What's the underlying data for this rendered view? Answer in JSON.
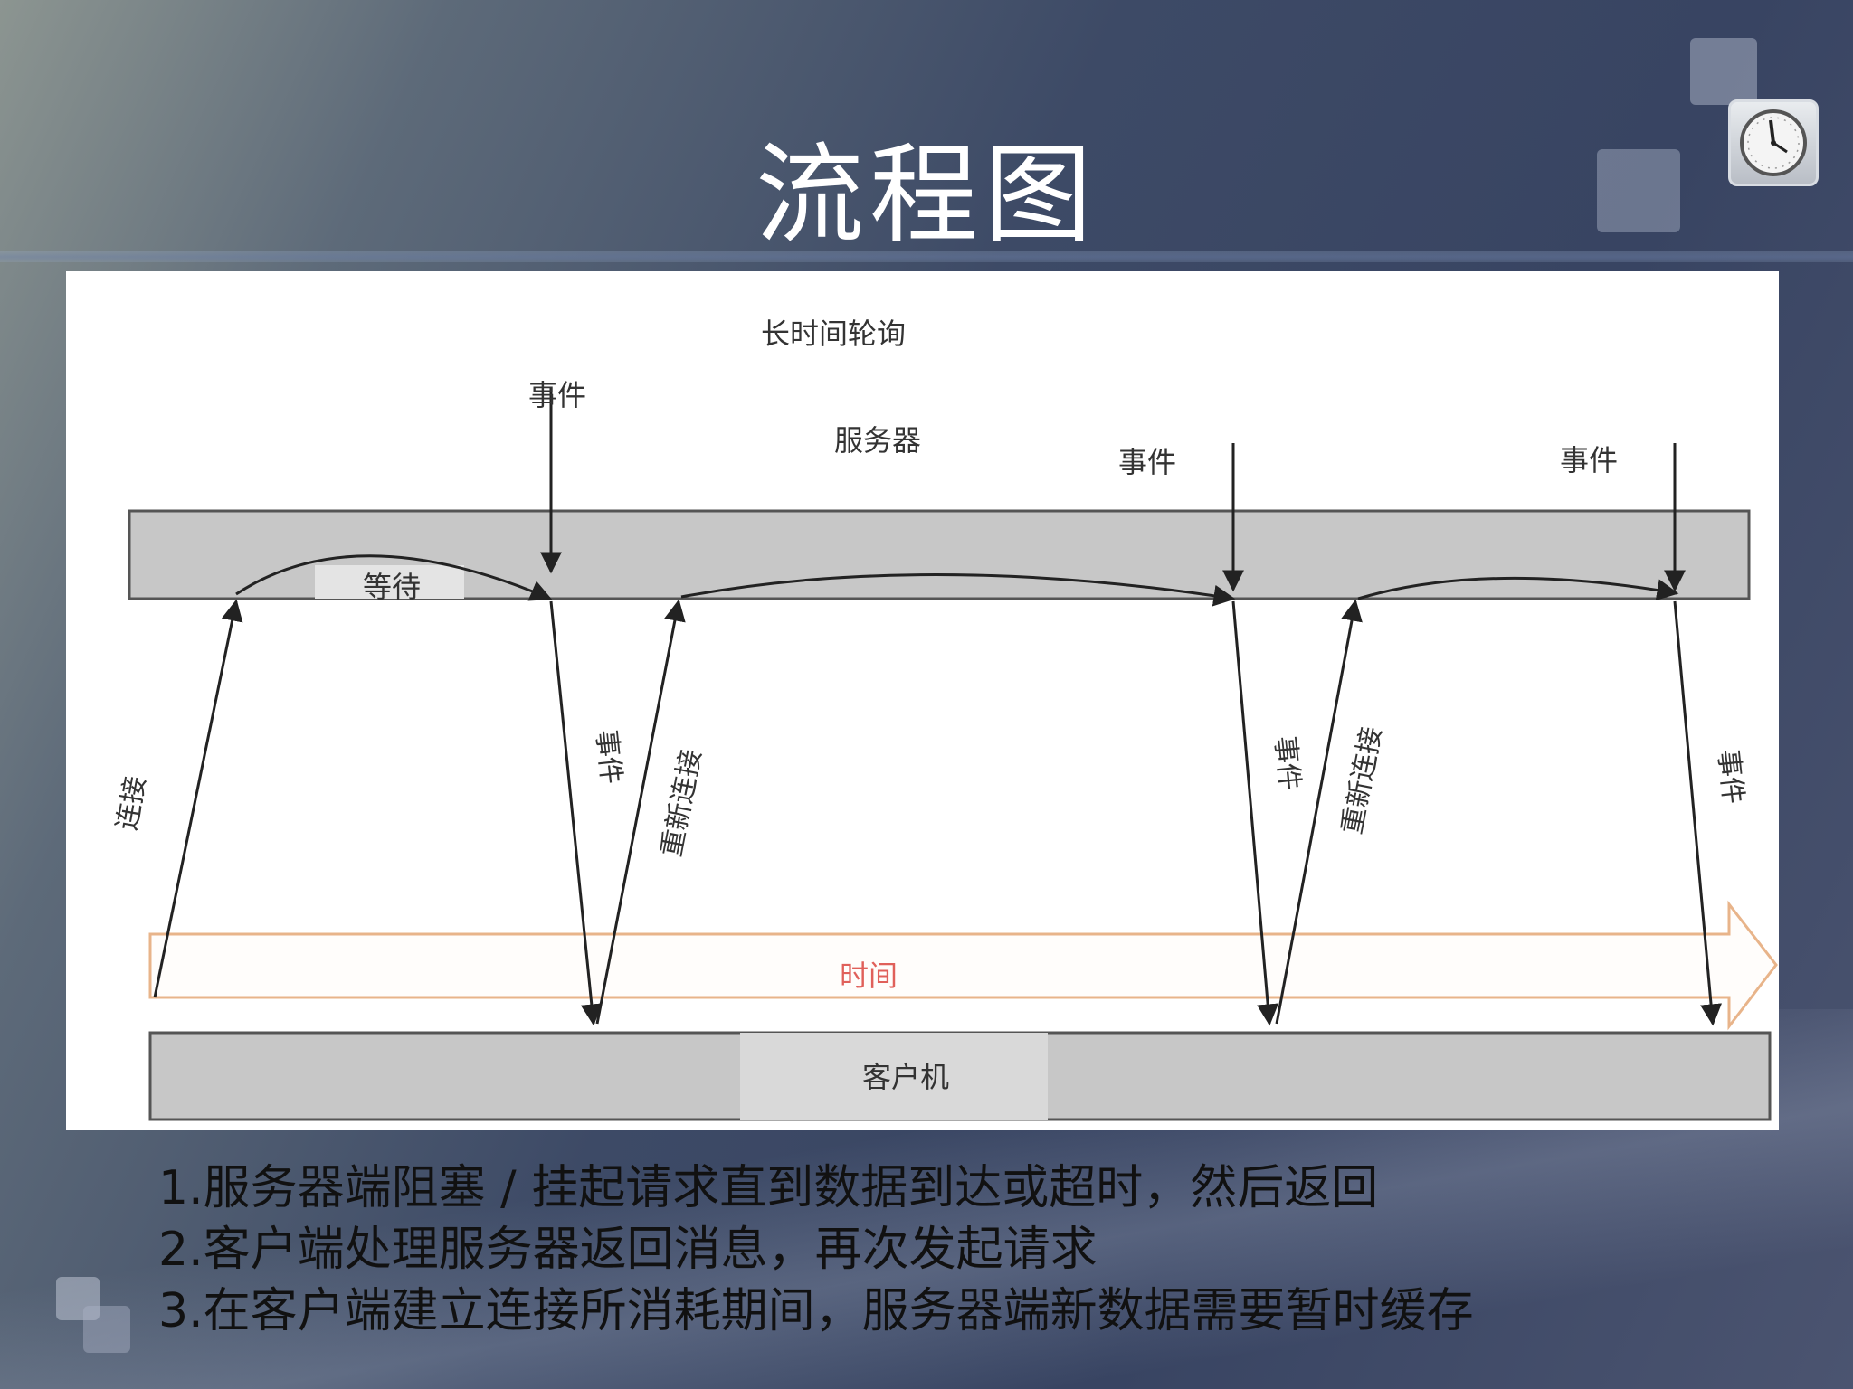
{
  "slide": {
    "title": "流程图"
  },
  "diagram": {
    "heading": "长时间轮询",
    "server_label": "服务器",
    "client_label": "客户机",
    "time_label": "时间",
    "wait_label": "等待",
    "event_labels": [
      "事件",
      "事件",
      "事件"
    ],
    "connect_label": "连接",
    "reconnect_labels": [
      "重新连接",
      "重新连接"
    ],
    "return_event_labels": [
      "事件",
      "事件",
      "事件"
    ]
  },
  "notes": [
    "1.服务器端阻塞 / 挂起请求直到数据到达或超时，然后返回",
    "2.客户端处理服务器返回消息，再次发起请求",
    "3.在客户端建立连接所消耗期间，服务器端新数据需要暂时缓存"
  ],
  "colors": {
    "bar_fill": "#c7c7c7",
    "time_arrow": "#e8b48a",
    "time_text": "#e0605a"
  },
  "icons": [
    "clock-icon"
  ]
}
